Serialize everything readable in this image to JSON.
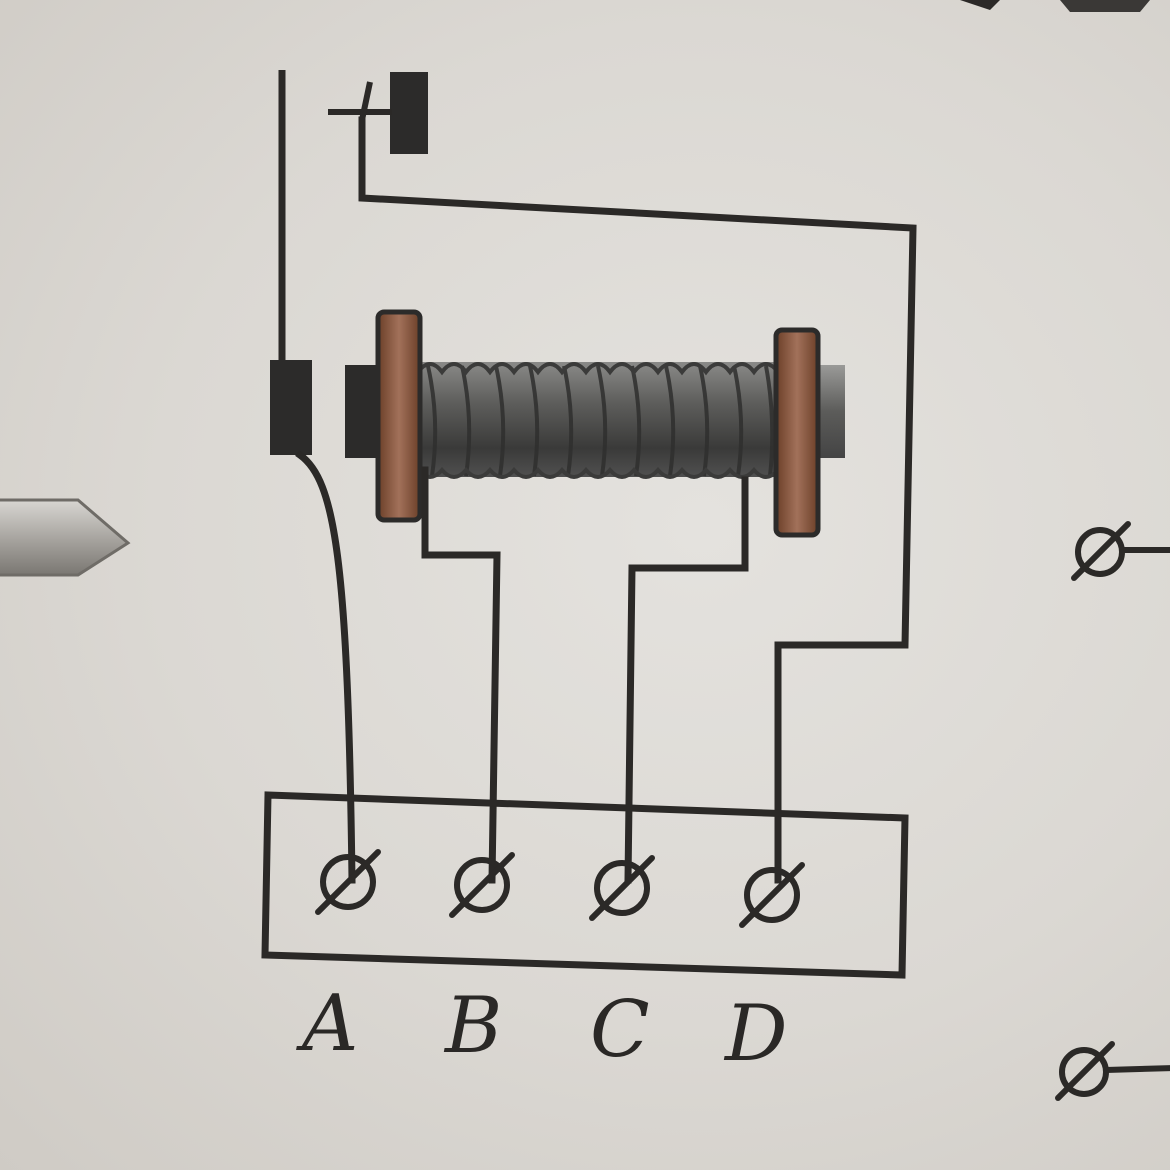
{
  "terminals": [
    {
      "id": "A",
      "label": "A"
    },
    {
      "id": "B",
      "label": "B"
    },
    {
      "id": "C",
      "label": "C"
    },
    {
      "id": "D",
      "label": "D"
    }
  ],
  "colors": {
    "ink": "#2b2927",
    "flange": "#8a5a3e",
    "coil": "#555555",
    "background": "#dedbd6"
  }
}
